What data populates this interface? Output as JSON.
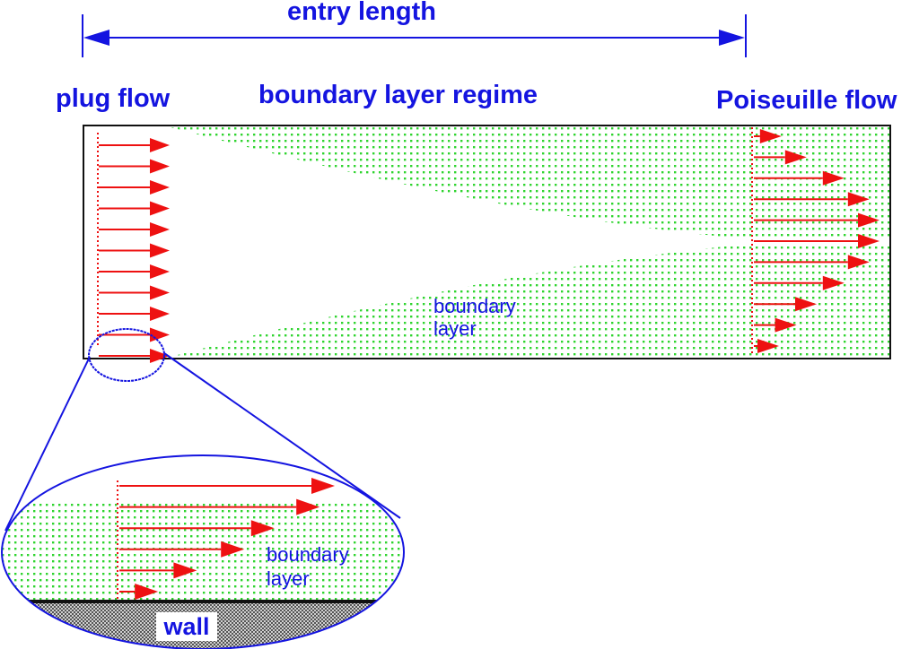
{
  "labels": {
    "entry_length": "entry length",
    "plug_flow": "plug flow",
    "boundary_layer_regime": "boundary layer regime",
    "poiseuille_flow": "Poiseuille flow",
    "boundary_layer_main_line1": "boundary",
    "boundary_layer_main_line2": "layer",
    "boundary_layer_zoom_line1": "boundary",
    "boundary_layer_zoom_line2": "layer",
    "wall": "wall"
  },
  "colors": {
    "label_blue": "#1414e0",
    "arrow_red": "#ee1111",
    "dot_green": "#2fd42f",
    "outline": "#111111",
    "wall_gray": "#b5b5b5"
  },
  "flow_profiles": {
    "plug_velocity_count": 11,
    "poiseuille_velocity_fractions": [
      0.22,
      0.42,
      0.72,
      0.92,
      1.0,
      1.0,
      0.92,
      0.72,
      0.5,
      0.34,
      0.2
    ],
    "zoom_velocity_fractions": [
      1.0,
      0.93,
      0.72,
      0.58,
      0.36,
      0.18
    ]
  }
}
